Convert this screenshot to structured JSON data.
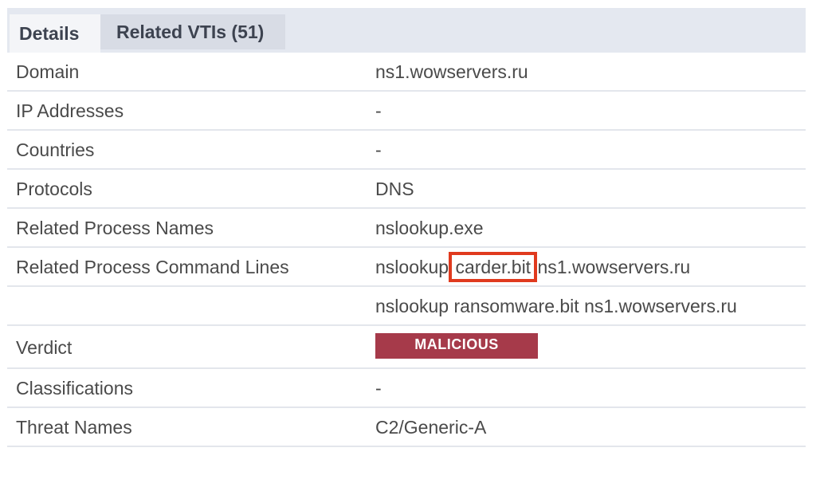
{
  "tabs": [
    {
      "label": "Details"
    },
    {
      "label": "Related VTIs (51)"
    }
  ],
  "rows": [
    {
      "label": "Domain",
      "value": "ns1.wowservers.ru"
    },
    {
      "label": "IP Addresses",
      "value": "-"
    },
    {
      "label": "Countries",
      "value": "-"
    },
    {
      "label": "Protocols",
      "value": "DNS"
    },
    {
      "label": "Related Process Names",
      "value": "nslookup.exe"
    },
    {
      "label": "Related Process Command Lines",
      "value_parts": [
        "nslookup",
        "carder.bit",
        "ns1.wowservers.ru"
      ]
    },
    {
      "label": "",
      "value": "nslookup ransomware.bit ns1.wowservers.ru"
    },
    {
      "label": "Verdict",
      "badge": "MALICIOUS"
    },
    {
      "label": "Classifications",
      "value": "-"
    },
    {
      "label": "Threat Names",
      "value": "C2/Generic-A"
    }
  ],
  "colors": {
    "badge_bg": "#a63a4a",
    "highlight_box": "#e03a1e"
  }
}
